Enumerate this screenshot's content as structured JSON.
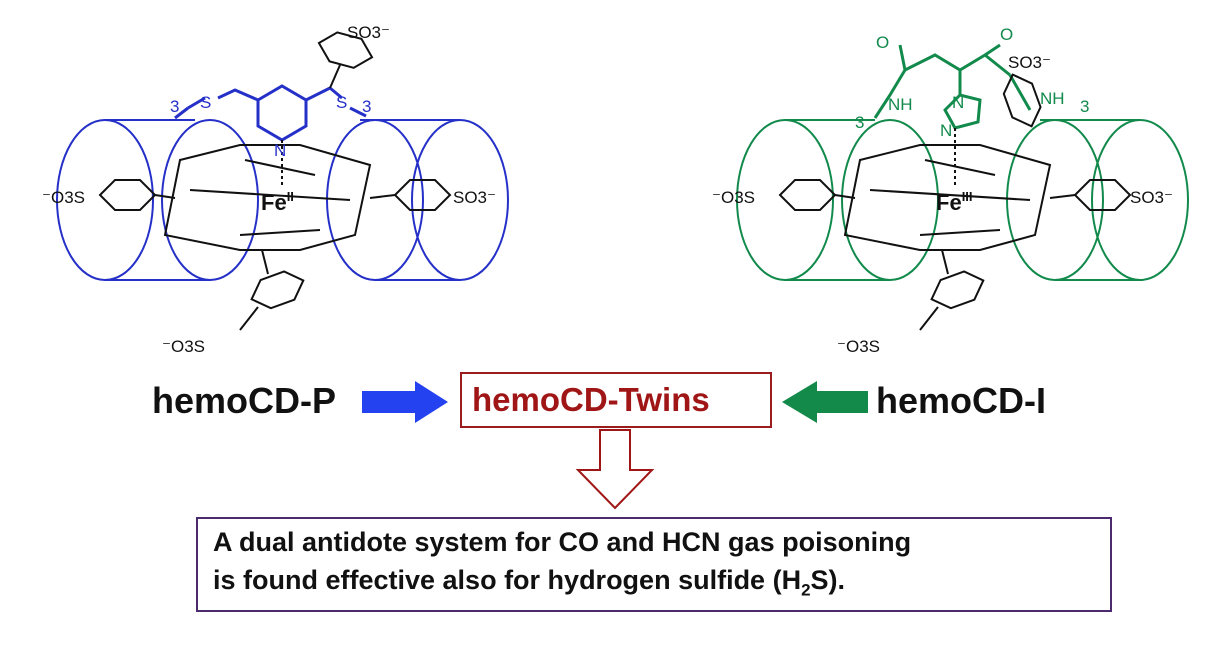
{
  "left_molecule": {
    "name": "hemoCD-P",
    "metal_label": "Fe",
    "oxidation": "II",
    "sulfonate_top": "SO3⁻",
    "sulfonate_left": "⁻O3S",
    "sulfonate_right": "SO3⁻",
    "sulfonate_bottom": "⁻O3S",
    "linker_left": "3",
    "linker_right": "3",
    "linker_atom_left": "S",
    "linker_atom_right": "S",
    "ring_n": "N",
    "colors": {
      "linker": "#2530c8"
    }
  },
  "right_molecule": {
    "name": "hemoCD-I",
    "metal_label": "Fe",
    "oxidation": "III",
    "sulfonate_top": "SO3⁻",
    "sulfonate_left": "⁻O3S",
    "sulfonate_right": "SO3⁻",
    "sulfonate_bottom": "⁻O3S",
    "linker_left": "3",
    "linker_right": "3",
    "amide_left": "NH",
    "amide_right": "NH",
    "carbonyl": "O",
    "ring_n": "N",
    "colors": {
      "linker": "#128a4c"
    }
  },
  "flow": {
    "combined_label": "hemoCD-Twins",
    "arrow_left_color": "#2442f0",
    "arrow_right_color": "#138a4a",
    "down_arrow_color": "#a01616"
  },
  "conclusion": {
    "line1": "A dual antidote system for CO and HCN gas poisoning",
    "line2_pre": "is found effective also for hydrogen sulfide (H",
    "line2_sub": "2",
    "line2_post": "S)."
  }
}
